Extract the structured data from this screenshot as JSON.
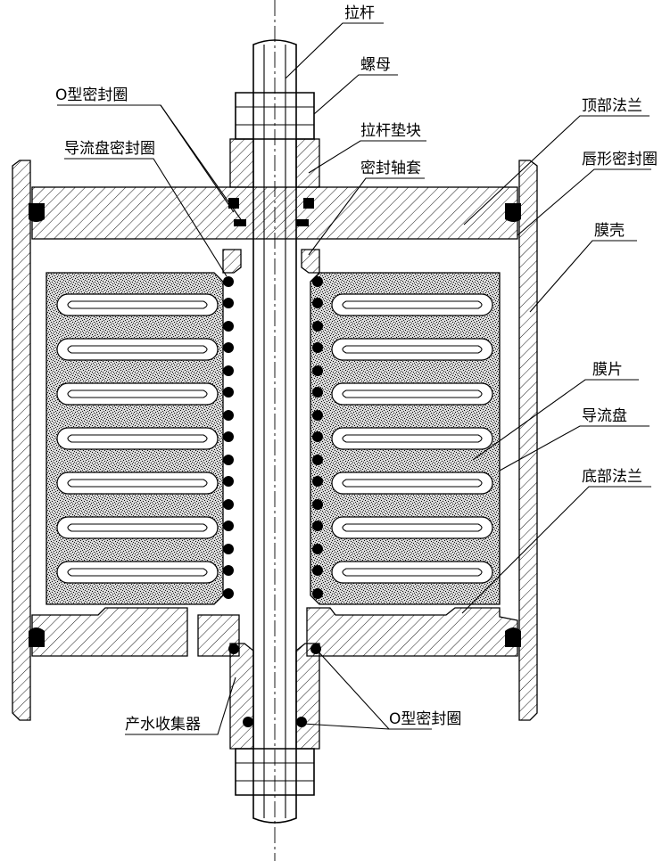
{
  "labels": {
    "tie_rod": "拉杆",
    "nut": "螺母",
    "o_ring_top": "O型密封圈",
    "tie_rod_spacer": "拉杆垫块",
    "top_flange": "顶部法兰",
    "guide_disc_seal": "导流盘密封圈",
    "seal_sleeve": "密封轴套",
    "lip_seal": "唇形密封圈",
    "membrane_shell": "膜壳",
    "membrane_sheet": "膜片",
    "guide_disc": "导流盘",
    "bottom_flange": "底部法兰",
    "permeate_collector": "产水收集器",
    "o_ring_bottom": "O型密封圈"
  }
}
